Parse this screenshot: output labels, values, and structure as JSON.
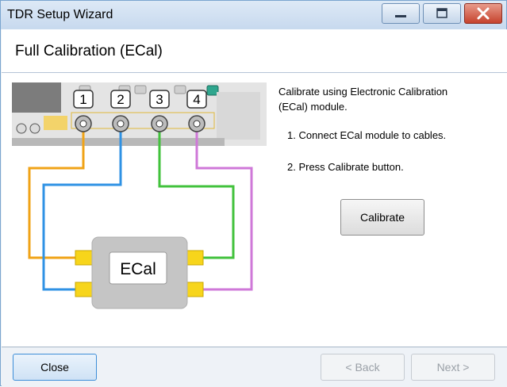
{
  "window": {
    "title": "TDR Setup Wizard",
    "controls": {
      "minimize_icon": "minimize-icon",
      "maximize_icon": "maximize-icon",
      "close_icon": "close-icon"
    }
  },
  "header": {
    "title": "Full Calibration (ECal)"
  },
  "diagram": {
    "ports": [
      "1",
      "2",
      "3",
      "4"
    ],
    "module_label": "ECal",
    "cable_colors": [
      "#f0a317",
      "#2f92e4",
      "#42c23c",
      "#cf78d8"
    ]
  },
  "instructions": {
    "line1": "Calibrate using Electronic Calibration",
    "line2": "(ECal) module.",
    "step1": "1. Connect ECal module to cables.",
    "step2": "2. Press Calibrate button."
  },
  "buttons": {
    "calibrate": "Calibrate",
    "close": "Close",
    "back": "< Back",
    "next": "Next >"
  }
}
